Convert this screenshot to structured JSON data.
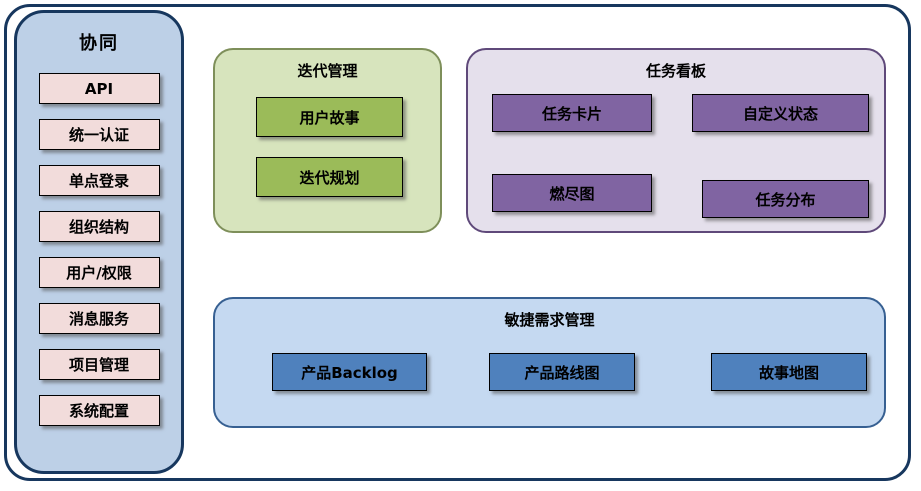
{
  "sidebar": {
    "title": "协同",
    "items": [
      "API",
      "统一认证",
      "单点登录",
      "组织结构",
      "用户/权限",
      "消息服务",
      "项目管理",
      "系统配置"
    ]
  },
  "iteration": {
    "title": "迭代管理",
    "items": [
      "用户故事",
      "迭代规划"
    ]
  },
  "taskboard": {
    "title": "任务看板",
    "items": [
      "任务卡片",
      "自定义状态",
      "燃尽图",
      "任务分布"
    ]
  },
  "agile": {
    "title": "敏捷需求管理",
    "items": [
      "产品Backlog",
      "产品路线图",
      "故事地图"
    ]
  },
  "colors": {
    "outer_border": "#17375E",
    "sidebar_bg": "#BDD0E7",
    "sidebar_item_bg": "#F2DCDB",
    "iteration_bg": "#D7E4BD",
    "iteration_item_bg": "#9BBB59",
    "taskboard_bg": "#E5E0EC",
    "taskboard_item_bg": "#8064A2",
    "agile_bg": "#C5D9F1",
    "agile_item_bg": "#4F81BD"
  }
}
